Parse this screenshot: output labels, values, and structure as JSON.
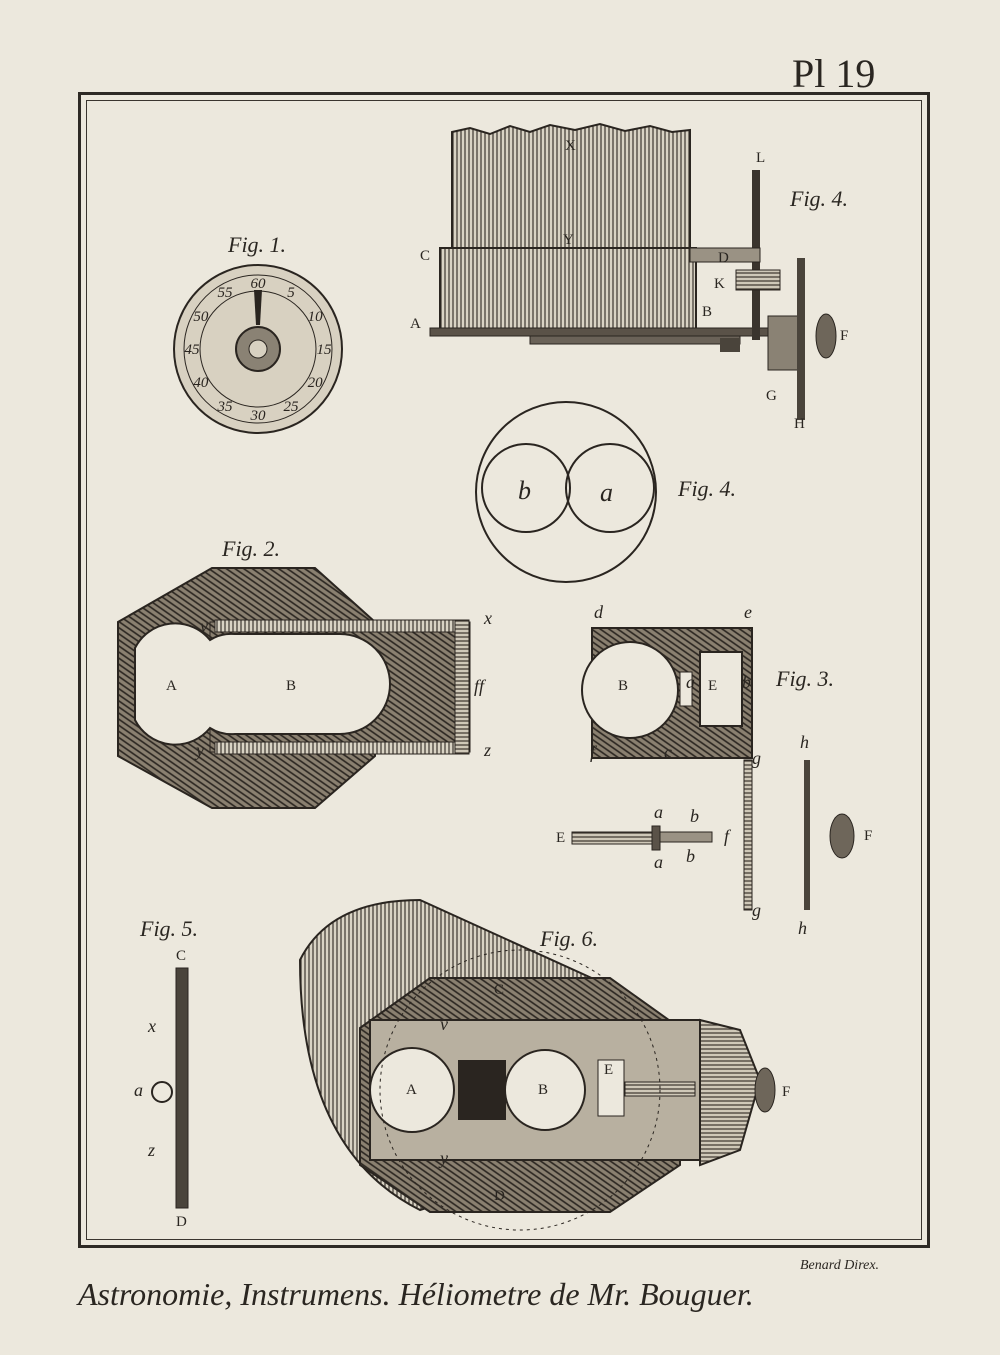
{
  "plate_number": "Pl 19",
  "figures": {
    "fig1": "Fig. 1.",
    "fig2": "Fig. 2.",
    "fig3": "Fig. 3.",
    "fig4_top": "Fig. 4.",
    "fig4_circles": "Fig. 4.",
    "fig5": "Fig. 5.",
    "fig6": "Fig. 6."
  },
  "dial_numbers": [
    "60",
    "5",
    "10",
    "15",
    "20",
    "25",
    "30",
    "35",
    "40",
    "45",
    "50",
    "55"
  ],
  "labels": {
    "fig4": [
      "X",
      "Y",
      "C",
      "A",
      "B",
      "D",
      "K",
      "L",
      "F",
      "G",
      "H"
    ],
    "fig4_circles": [
      "b",
      "a"
    ],
    "fig2": [
      "A",
      "B",
      "x",
      "v",
      "ff",
      "y",
      "z"
    ],
    "fig3": [
      "d",
      "e",
      "B",
      "a",
      "E",
      "b",
      "f",
      "c",
      "g",
      "h",
      "E",
      "a",
      "b",
      "a",
      "b",
      "f",
      "g",
      "h",
      "F"
    ],
    "fig5": [
      "C",
      "x",
      "a",
      "z",
      "D"
    ],
    "fig6": [
      "C",
      "v",
      "A",
      "B",
      "E",
      "F",
      "y",
      "D"
    ]
  },
  "signature": "Benard Direx.",
  "caption": "Astronomie, Instrumens. Héliometre de Mr. Bouguer."
}
